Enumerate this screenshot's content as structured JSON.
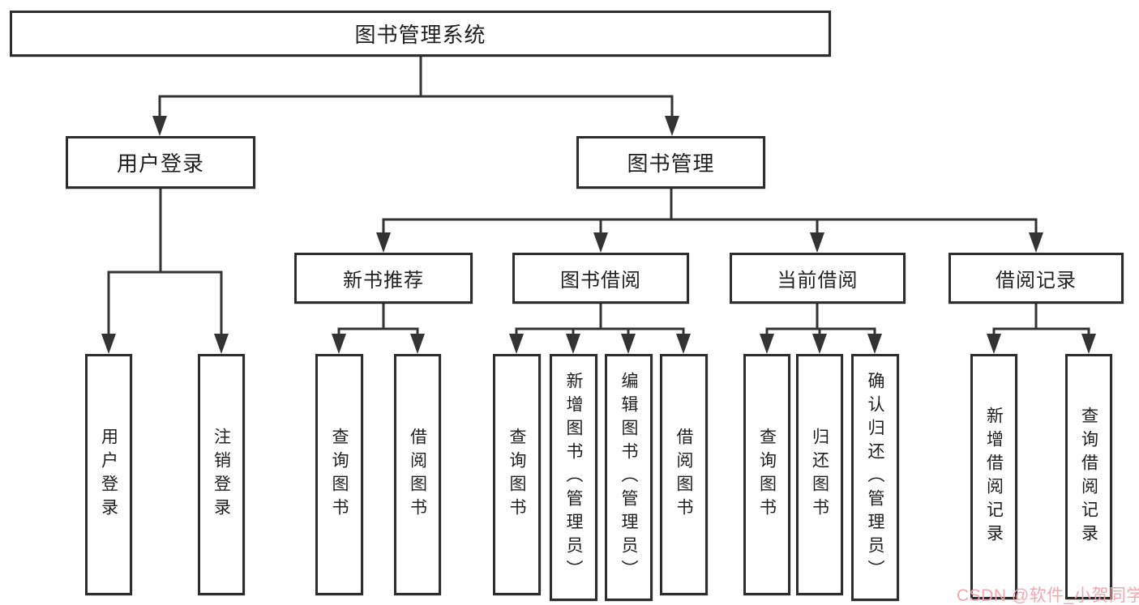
{
  "title": "图书管理系统",
  "tree": {
    "label": "图书管理系统",
    "children": [
      {
        "label": "用户登录",
        "children": [
          {
            "label": "用户登录"
          },
          {
            "label": "注销登录"
          }
        ]
      },
      {
        "label": "图书管理",
        "children": [
          {
            "label": "新书推荐",
            "children": [
              {
                "label": "查询图书"
              },
              {
                "label": "借阅图书"
              }
            ]
          },
          {
            "label": "图书借阅",
            "children": [
              {
                "label": "查询图书"
              },
              {
                "label": "新增图书（管理员）"
              },
              {
                "label": "编辑图书（管理员）"
              },
              {
                "label": "借阅图书"
              }
            ]
          },
          {
            "label": "当前借阅",
            "children": [
              {
                "label": "查询图书"
              },
              {
                "label": "归还图书"
              },
              {
                "label": "确认归还（管理员）"
              }
            ]
          },
          {
            "label": "借阅记录",
            "children": [
              {
                "label": "新增借阅记录"
              },
              {
                "label": "查询借阅记录"
              }
            ]
          }
        ]
      }
    ]
  },
  "watermark": {
    "text": "CSDN @软件_小贺同学",
    "color": "#f2a4ab"
  },
  "colors": {
    "line": "#333333",
    "box_border": "#2d2d2d",
    "text": "#1f1f1f",
    "background": "#ffffff"
  }
}
